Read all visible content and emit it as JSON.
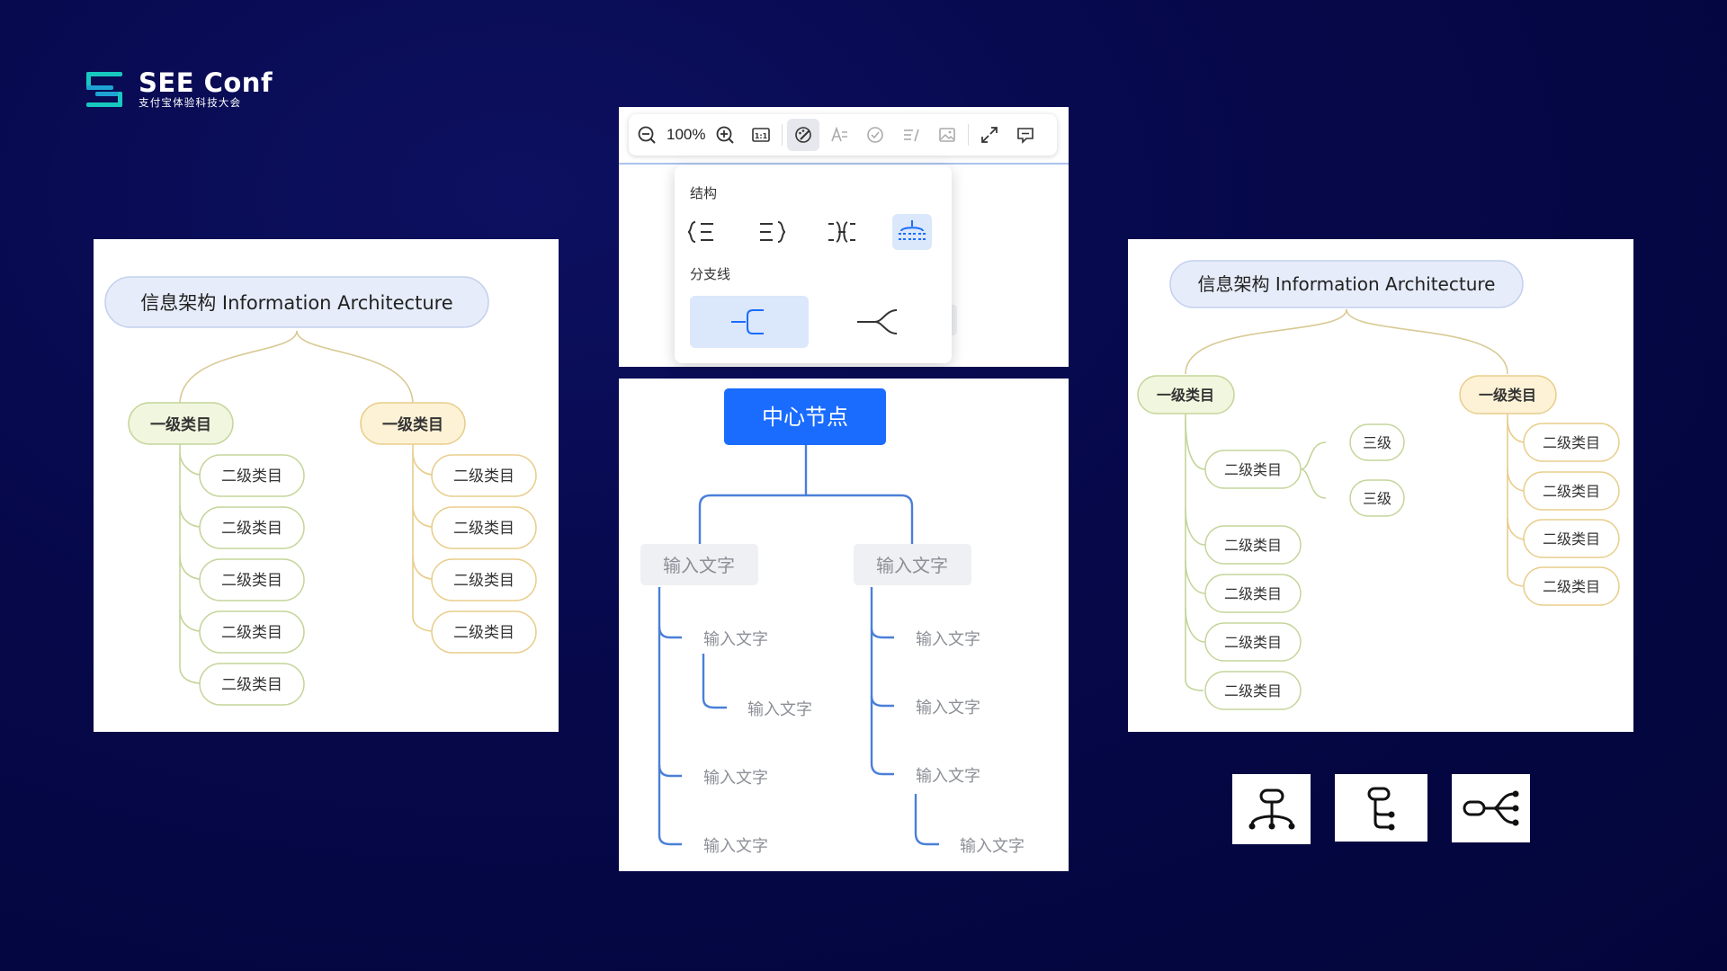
{
  "logo": {
    "name": "SEE Conf",
    "subtitle": "支付宝体验科技大会"
  },
  "left_map": {
    "root": "信息架构 Information Architecture",
    "branches": [
      {
        "label": "一级类目",
        "children": [
          "二级类目",
          "二级类目",
          "二级类目",
          "二级类目",
          "二级类目"
        ]
      },
      {
        "label": "一级类目",
        "children": [
          "二级类目",
          "二级类目",
          "二级类目",
          "二级类目"
        ]
      }
    ]
  },
  "toolbar": {
    "zoom": "100%",
    "icons": [
      "zoom-out-icon",
      "zoom-in-icon",
      "actual-size-icon",
      "style-icon",
      "text-style-icon",
      "check-icon",
      "list-icon",
      "image-icon",
      "fullscreen-icon",
      "comment-icon"
    ],
    "actual_size_label": "1:1"
  },
  "popover": {
    "structure_label": "结构",
    "branch_label": "分支线",
    "structures": [
      "left-structure-icon",
      "right-structure-icon",
      "both-sides-structure-icon",
      "org-chart-structure-icon"
    ],
    "active_structure": 3,
    "branch_styles": [
      "elbow-line-icon",
      "curve-line-icon"
    ],
    "active_branch": 0
  },
  "center_map": {
    "root": "中心节点",
    "left": {
      "label": "输入文字",
      "children": [
        "输入文字",
        "输入文字",
        "输入文字",
        "输入文字"
      ]
    },
    "right": {
      "label": "输入文字",
      "children": [
        "输入文字",
        "输入文字",
        "输入文字",
        "输入文字"
      ]
    }
  },
  "right_map": {
    "root": "信息架构 Information Architecture",
    "left_branch": {
      "label": "一级类目",
      "children": [
        "二级类目",
        "二级类目",
        "二级类目",
        "二级类目",
        "二级类目"
      ],
      "tertiary": [
        "三级",
        "三级"
      ]
    },
    "right_branch": {
      "label": "一级类目",
      "children": [
        "二级类目",
        "二级类目",
        "二级类目",
        "二级类目"
      ]
    }
  },
  "layout_icons": [
    "org-chart-layout-icon",
    "tree-layout-icon",
    "logic-left-layout-icon"
  ],
  "colors": {
    "background": "#05083f",
    "accent_blue": "#1a6cff",
    "green_node": "#f1f6de",
    "green_stroke": "#c4d59a",
    "yellow_node": "#fdf2d6",
    "yellow_stroke": "#e8cd8b",
    "root_fill": "#e6ecf9",
    "root_stroke": "#c3d0ee",
    "logo_teal": "#18c8c0"
  }
}
